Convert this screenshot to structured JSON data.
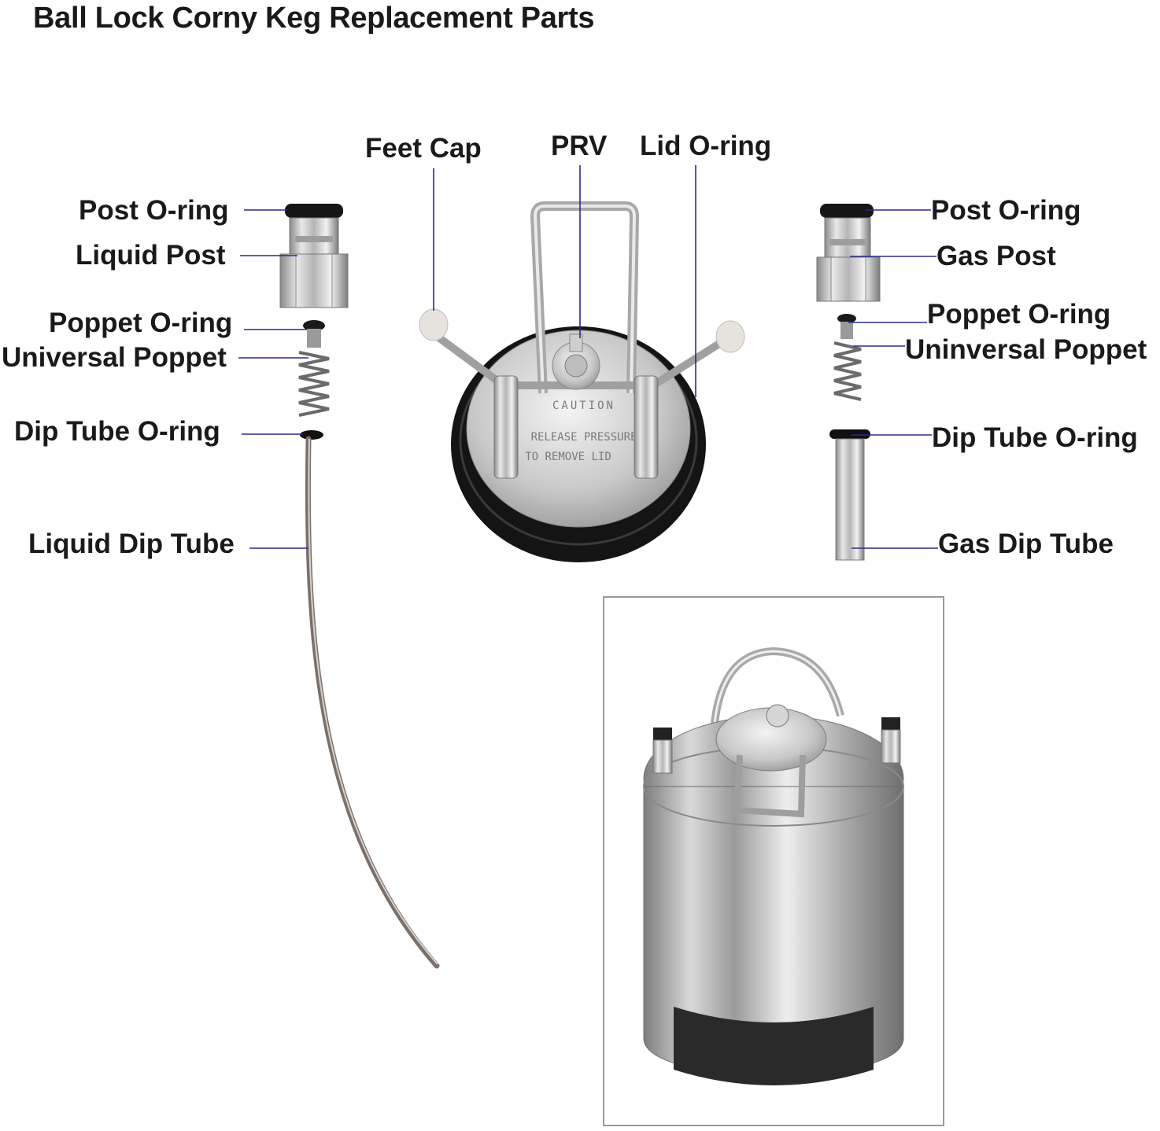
{
  "title": "Ball Lock Corny Keg Replacement Parts",
  "labels": {
    "left": {
      "post_oring": "Post O-ring",
      "liquid_post": "Liquid Post",
      "poppet_oring": "Poppet O-ring",
      "universal_poppet": "Universal Poppet",
      "dip_tube_oring": "Dip Tube O-ring",
      "liquid_dip_tube": "Liquid Dip Tube"
    },
    "center": {
      "feet_cap": "Feet Cap",
      "prv": "PRV",
      "lid_oring": "Lid O-ring"
    },
    "right": {
      "post_oring": "Post O-ring",
      "gas_post": "Gas Post",
      "poppet_oring": "Poppet O-ring",
      "universal_poppet": "Uninversal Poppet",
      "dip_tube_oring": "Dip Tube O-ring",
      "gas_dip_tube": "Gas Dip Tube"
    }
  },
  "lid_text": [
    "CAUTION",
    "RELEASE PRESSURE",
    "TO REMOVE LID"
  ],
  "colors": {
    "leader": "#2b2b8a",
    "steel": "#c9c9c9",
    "rubber": "#161616",
    "cap": "#e6e3de"
  }
}
